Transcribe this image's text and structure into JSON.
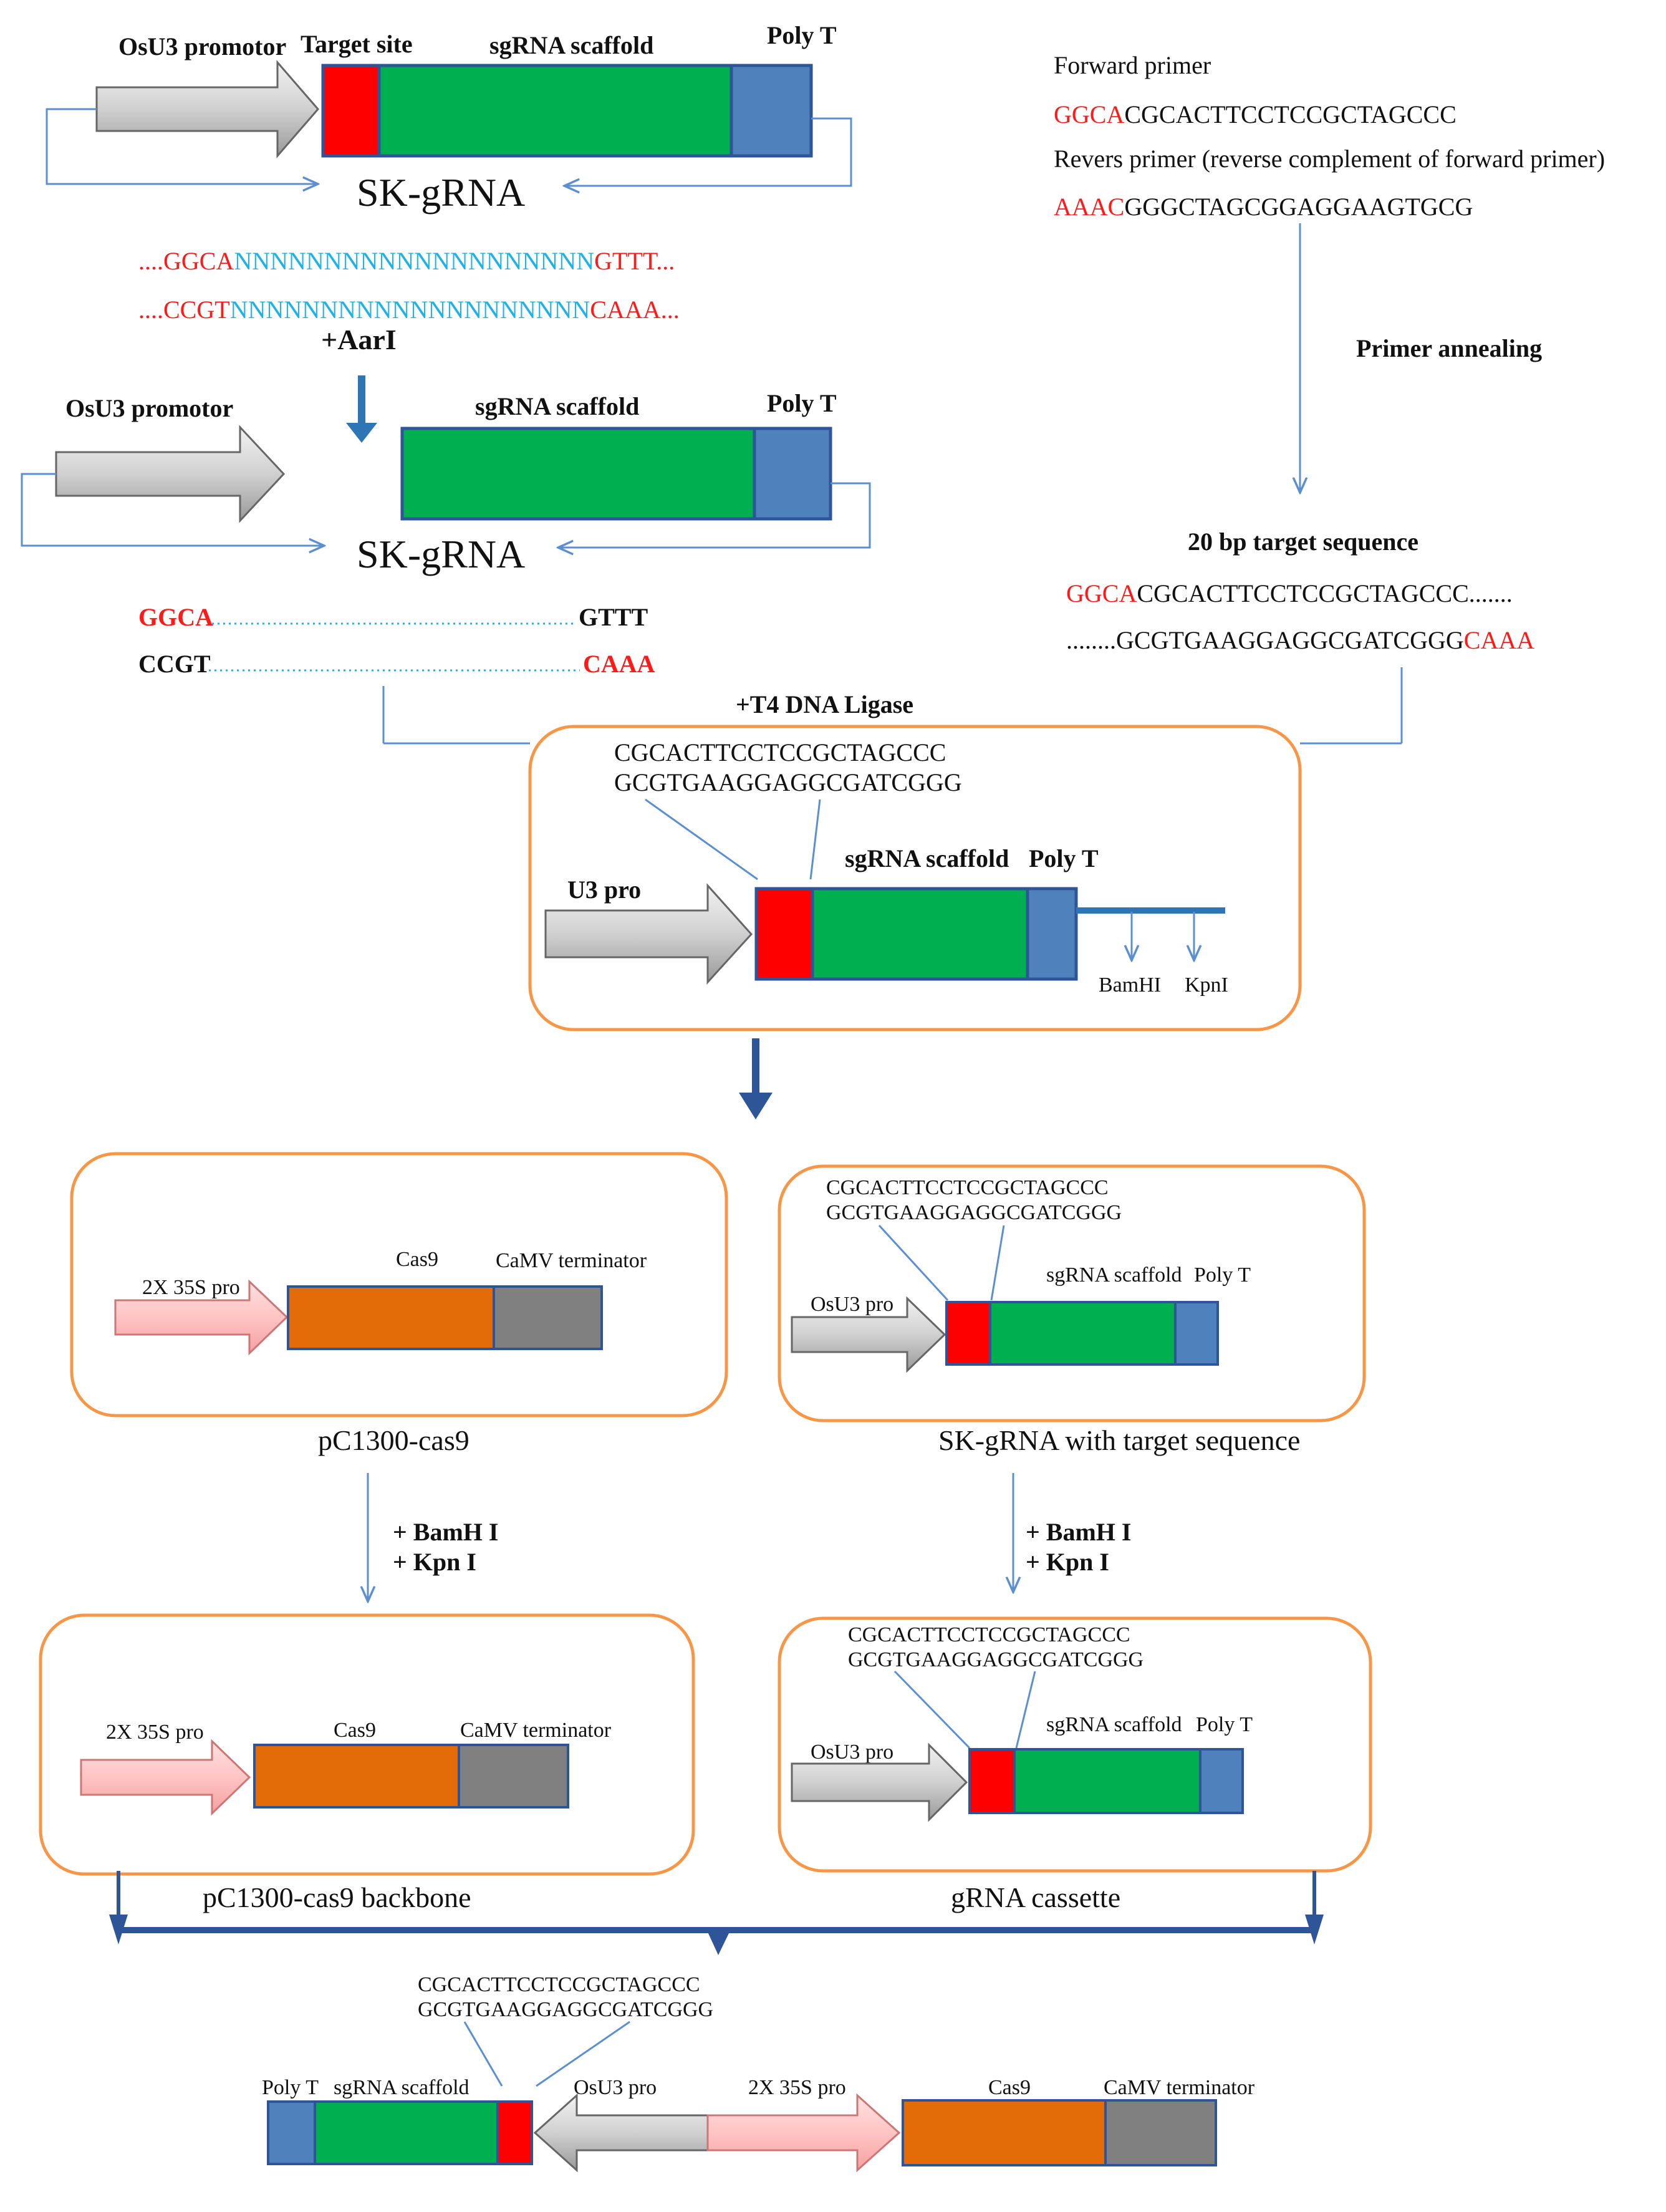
{
  "step1": {
    "promoter_label": "OsU3 promotor",
    "target_label": "Target site",
    "scaffold_label": "sgRNA scaffold",
    "polyt_label": "Poly T",
    "plasmid_label": "SK-gRNA",
    "oligo_top": [
      "....GGCA",
      "NNNNNNNNNNNNNNNNNNNN",
      "GTTT",
      "..."
    ],
    "oligo_bottom": [
      "....CCGT",
      "NNNNNNNNNNNNNNNNNNNN",
      "CAAA",
      "..."
    ],
    "enzyme": "+AarI"
  },
  "step2": {
    "promoter_label": "OsU3 promotor",
    "scaffold_label": "sgRNA scaffold",
    "polyt_label": "Poly T",
    "plasmid_label": "SK-gRNA",
    "overhang_top_left": "GGCA",
    "overhang_top_right": "GTTT",
    "overhang_bottom_left": "CCGT",
    "overhang_bottom_right": "CAAA"
  },
  "primers": {
    "forward_title": "Forward primer",
    "forward_prefix": "GGCA",
    "forward_seq": "CGCACTTCCTCCGCTAGCCC",
    "reverse_title": "Revers primer (reverse complement of forward primer)",
    "reverse_prefix": "AAAC",
    "reverse_seq": "GGGCTAGCGGAGGAAGTGCG",
    "annealing": "Primer annealing",
    "target_title": "20 bp target sequence",
    "annealed_top_prefix": "GGCA",
    "annealed_top_seq": "CGCACTTCCTCCGCTAGCCC.......",
    "annealed_bottom_seq": "........GCGTGAAGGAGGCGATCGGG",
    "annealed_bottom_suffix": "CAAA"
  },
  "ligation": {
    "enzyme": "+T4 DNA Ligase",
    "seq_top": "CGCACTTCCTCCGCTAGCCC",
    "seq_bottom": "GCGTGAAGGAGGCGATCGGG",
    "promoter_label": "U3 pro",
    "scaffold_label": "sgRNA scaffold",
    "polyt_label": "Poly T",
    "site1": "BamHI",
    "site2": "KpnI"
  },
  "row3": {
    "left_promoter": "2X 35S pro",
    "left_cas9": "Cas9",
    "left_term": "CaMV terminator",
    "left_caption": "pC1300-cas9",
    "right_seq_top": "CGCACTTCCTCCGCTAGCCC",
    "right_seq_bottom": "GCGTGAAGGAGGCGATCGGG",
    "right_promoter": "OsU3 pro",
    "right_scaffold": "sgRNA scaffold",
    "right_polyt": "Poly T",
    "right_caption": "SK-gRNA with target sequence",
    "digest_line1": "+ BamH I",
    "digest_line2": "+ Kpn I"
  },
  "row4": {
    "left_promoter": "2X 35S pro",
    "left_cas9": "Cas9",
    "left_term": "CaMV terminator",
    "left_caption": "pC1300-cas9 backbone",
    "right_seq_top": "CGCACTTCCTCCGCTAGCCC",
    "right_seq_bottom": "GCGTGAAGGAGGCGATCGGG",
    "right_promoter": "OsU3 pro",
    "right_scaffold": "sgRNA scaffold",
    "right_polyt": "Poly T",
    "right_caption": "gRNA cassette"
  },
  "final": {
    "seq_top": "CGCACTTCCTCCGCTAGCCC",
    "seq_bottom": "GCGTGAAGGAGGCGATCGGG",
    "polyt": "Poly T",
    "scaffold": "sgRNA scaffold",
    "osu3": "OsU3 pro",
    "p35s": "2X 35S pro",
    "cas9": "Cas9",
    "term": "CaMV terminator"
  },
  "colors": {
    "promoter_gray": "#d9d9d9",
    "promoter_pink": "#ffc9c9",
    "target_red": "#ff0000",
    "scaffold_green": "#00b050",
    "polyt_blue": "#4f81bd",
    "cas9_orange": "#e36c09",
    "terminator_gray": "#808080",
    "box_orange": "#f79646",
    "arrow_blue": "#2e5597",
    "line_blue": "#5b8fd0"
  }
}
